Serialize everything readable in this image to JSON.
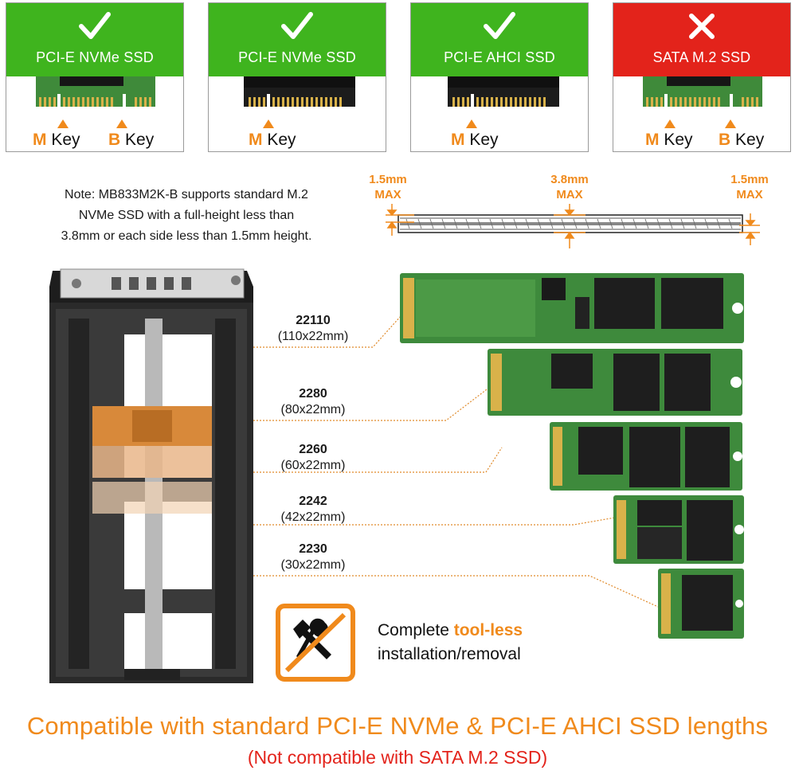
{
  "cards": [
    {
      "type": "PCI-E NVMe SSD",
      "status": "supported",
      "keys": [
        {
          "letter": "M",
          "word": "Key"
        },
        {
          "letter": "B",
          "word": "Key"
        }
      ]
    },
    {
      "type": "PCI-E NVMe SSD",
      "status": "supported",
      "keys": [
        {
          "letter": "M",
          "word": "Key"
        }
      ]
    },
    {
      "type": "PCI-E AHCI SSD",
      "status": "supported",
      "keys": [
        {
          "letter": "M",
          "word": "Key"
        }
      ]
    },
    {
      "type": "SATA M.2 SSD",
      "status": "not-supported",
      "keys": [
        {
          "letter": "M",
          "word": "Key"
        },
        {
          "letter": "B",
          "word": "Key"
        }
      ]
    }
  ],
  "icons": {
    "supported": "check-icon",
    "not_supported": "cross-icon",
    "toolless": "no-tools-icon"
  },
  "colors": {
    "supported": "#3fb41e",
    "not_supported": "#e3231b",
    "accent": "#f08a1c",
    "pcb": "#3f8a3a"
  },
  "note": {
    "line1": "Note: MB833M2K-B supports standard M.2",
    "line2": "NVMe SSD with a full-height less than",
    "line3": "3.8mm or each side less than 1.5mm height."
  },
  "heights": {
    "left": {
      "value": "1.5mm",
      "label": "MAX"
    },
    "center": {
      "value": "3.8mm",
      "label": "MAX"
    },
    "right": {
      "value": "1.5mm",
      "label": "MAX"
    }
  },
  "lengths": [
    {
      "name": "22110",
      "dims": "(110x22mm)"
    },
    {
      "name": "2280",
      "dims": "(80x22mm)"
    },
    {
      "name": "2260",
      "dims": "(60x22mm)"
    },
    {
      "name": "2242",
      "dims": "(42x22mm)"
    },
    {
      "name": "2230",
      "dims": "(30x22mm)"
    }
  ],
  "toolless": {
    "prefix": "Complete ",
    "highlight": "tool-less",
    "line2": "installation/removal"
  },
  "footer": {
    "main": "Compatible with standard PCI-E NVMe & PCI-E AHCI SSD lengths",
    "sub": "(Not compatible with SATA M.2 SSD)"
  }
}
